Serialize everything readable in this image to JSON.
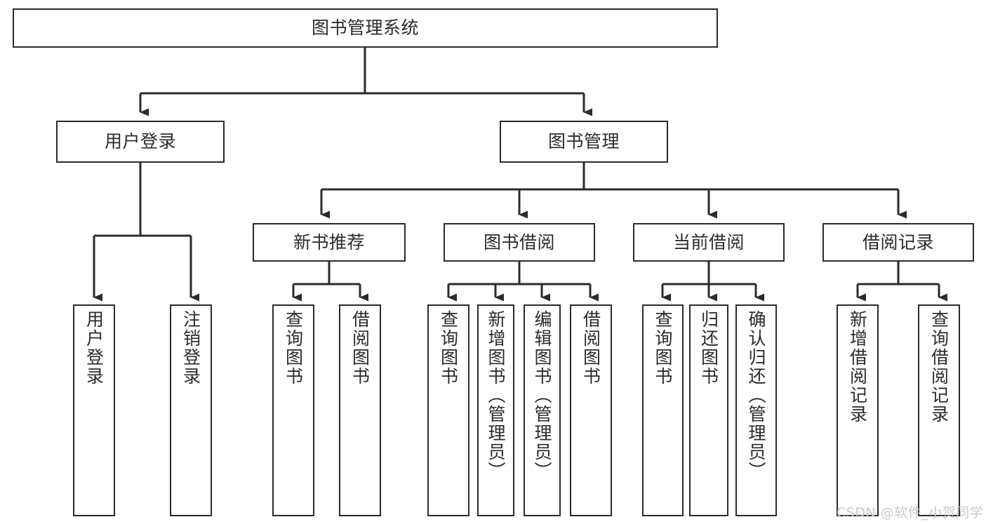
{
  "diagram": {
    "title": "图书管理系统",
    "type": "tree-hierarchy",
    "root": {
      "label": "图书管理系统"
    },
    "level2": [
      {
        "label": "用户登录"
      },
      {
        "label": "图书管理"
      }
    ],
    "level3": [
      {
        "label": "新书推荐"
      },
      {
        "label": "图书借阅"
      },
      {
        "label": "当前借阅"
      },
      {
        "label": "借阅记录"
      }
    ],
    "leaves": {
      "user_login": [
        {
          "label": "用户登录"
        },
        {
          "label": "注销登录"
        }
      ],
      "new_book_recommend": [
        {
          "label": "查询图书"
        },
        {
          "label": "借阅图书"
        }
      ],
      "book_borrow": [
        {
          "label": "查询图书"
        },
        {
          "label": "新增图书（管理员）"
        },
        {
          "label": "编辑图书（管理员）"
        },
        {
          "label": "借阅图书"
        }
      ],
      "current_borrow": [
        {
          "label": "查询图书"
        },
        {
          "label": "归还图书"
        },
        {
          "label": "确认归还（管理员）"
        }
      ],
      "borrow_record": [
        {
          "label": "新增借阅记录"
        },
        {
          "label": "查询借阅记录"
        }
      ]
    }
  },
  "watermark": {
    "text": "CSDN @软件_小贺同学"
  },
  "colors": {
    "stroke": "#2b2b2b",
    "background": "#ffffff",
    "text": "#2b2b2b",
    "watermark": "#c9c9c9"
  }
}
